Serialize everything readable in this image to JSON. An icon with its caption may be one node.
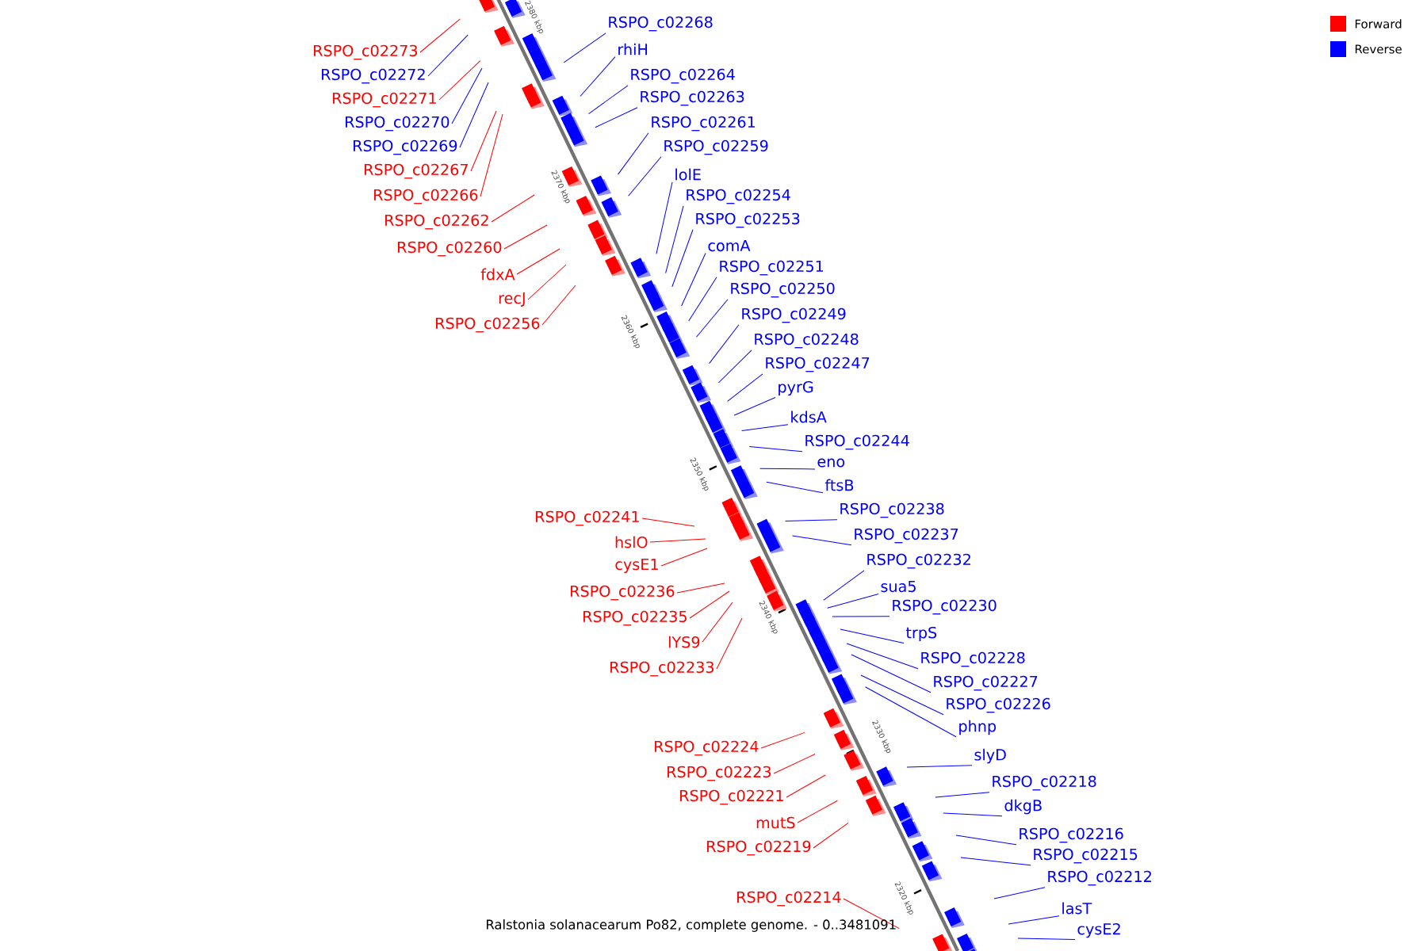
{
  "diagram": {
    "caption": "Ralstonia solanacearum Po82, complete genome. - 0..3481091",
    "nodes": [
      {
        "text": [
          "RSPO_c02273"
        ]
      },
      {
        "text": [
          "RSPO_c02272"
        ]
      },
      {
        "text": [
          "RSPO_c02271"
        ]
      },
      {
        "text": [
          "RSPO_c02270"
        ]
      },
      {
        "text": [
          "RSPO_c02269"
        ]
      },
      {
        "text": [
          "RSPO_c02267"
        ]
      },
      {
        "text": [
          "RSPO_c02266"
        ]
      },
      {
        "text": [
          "RSPO_c02262"
        ]
      },
      {
        "text": [
          "RSPO_c02260"
        ]
      },
      {
        "text": [
          "fdxA"
        ]
      },
      {
        "text": [
          "recJ"
        ]
      },
      {
        "text": [
          "RSPO_c02256"
        ]
      },
      {
        "text": [
          "RSPO_c02241"
        ]
      },
      {
        "text": [
          "hslO"
        ]
      },
      {
        "text": [
          "cysE1"
        ]
      },
      {
        "text": [
          "RSPO_c02236"
        ]
      },
      {
        "text": [
          "RSPO_c02235"
        ]
      },
      {
        "text": [
          "lYS9"
        ]
      },
      {
        "text": [
          "RSPO_c02233"
        ]
      },
      {
        "text": [
          "RSPO_c02224"
        ]
      },
      {
        "text": [
          "RSPO_c02223"
        ]
      },
      {
        "text": [
          "RSPO_c02221"
        ]
      },
      {
        "text": [
          "mutS"
        ]
      },
      {
        "text": [
          "RSPO_c02219"
        ]
      },
      {
        "text": [
          "RSPO_c02214"
        ]
      },
      {
        "text": [
          "RSPO_c02268"
        ]
      },
      {
        "text": [
          "rhiH"
        ]
      },
      {
        "text": [
          "RSPO_c02264"
        ]
      },
      {
        "text": [
          "RSPO_c02263"
        ]
      },
      {
        "text": [
          "RSPO_c02261"
        ]
      },
      {
        "text": [
          "RSPO_c02259"
        ]
      },
      {
        "text": [
          "lolE"
        ]
      },
      {
        "text": [
          "RSPO_c02254"
        ]
      },
      {
        "text": [
          "RSPO_c02253"
        ]
      },
      {
        "text": [
          "comA"
        ]
      },
      {
        "text": [
          "RSPO_c02251"
        ]
      },
      {
        "text": [
          "RSPO_c02250"
        ]
      },
      {
        "text": [
          "RSPO_c02249"
        ]
      },
      {
        "text": [
          "RSPO_c02248"
        ]
      },
      {
        "text": [
          "RSPO_c02247"
        ]
      },
      {
        "text": [
          "pyrG"
        ]
      },
      {
        "text": [
          "kdsA"
        ]
      },
      {
        "text": [
          "RSPO_c02244"
        ]
      },
      {
        "text": [
          "eno"
        ]
      },
      {
        "text": [
          "ftsB"
        ]
      },
      {
        "text": [
          "RSPO_c02238"
        ]
      },
      {
        "text": [
          "RSPO_c02237"
        ]
      },
      {
        "text": [
          "RSPO_c02232"
        ]
      },
      {
        "text": [
          "sua5"
        ]
      },
      {
        "text": [
          "RSPO_c02230"
        ]
      },
      {
        "text": [
          "trpS"
        ]
      },
      {
        "text": [
          "RSPO_c02228"
        ]
      },
      {
        "text": [
          "RSPO_c02227"
        ]
      },
      {
        "text": [
          "RSPO_c02226"
        ]
      },
      {
        "text": [
          "phnp"
        ]
      },
      {
        "text": [
          "slyD"
        ]
      },
      {
        "text": [
          "RSPO_c02218"
        ]
      },
      {
        "text": [
          "dkgB"
        ]
      },
      {
        "text": [
          "RSPO_c02216"
        ]
      },
      {
        "text": [
          "RSPO_c02215"
        ]
      },
      {
        "text": [
          "RSPO_c02212"
        ]
      },
      {
        "text": [
          "lasT"
        ]
      },
      {
        "text": [
          "cysE2"
        ]
      }
    ],
    "edges": [
      {
        "from": 0,
        "to": null,
        "arrow": "none",
        "color": "#ff0000"
      },
      {
        "from": 1,
        "to": null,
        "arrow": "none"
      },
      {
        "from": 2,
        "to": null,
        "arrow": "none",
        "color": "#ff0000"
      },
      {
        "from": 3,
        "to": null,
        "arrow": "none"
      },
      {
        "from": 4,
        "to": null,
        "arrow": "none"
      },
      {
        "from": 5,
        "to": null,
        "arrow": "none",
        "color": "#ff0000"
      },
      {
        "from": 6,
        "to": null,
        "arrow": "none",
        "color": "#ff0000"
      },
      {
        "from": 7,
        "to": null,
        "arrow": "none",
        "color": "#ff0000"
      },
      {
        "from": 8,
        "to": null,
        "arrow": "none",
        "color": "#ff0000"
      },
      {
        "from": 9,
        "to": null,
        "arrow": "none",
        "color": "#ff0000"
      },
      {
        "from": 10,
        "to": null,
        "arrow": "none",
        "color": "#ff0000"
      },
      {
        "from": 11,
        "to": null,
        "arrow": "none",
        "color": "#ff0000"
      },
      {
        "from": 12,
        "to": null,
        "arrow": "none",
        "color": "#ff0000"
      },
      {
        "from": 13,
        "to": null,
        "arrow": "none",
        "color": "#ff0000"
      },
      {
        "from": 14,
        "to": null,
        "arrow": "none",
        "color": "#ff0000"
      },
      {
        "from": 15,
        "to": null,
        "arrow": "none",
        "color": "#ff0000"
      },
      {
        "from": 16,
        "to": null,
        "arrow": "none",
        "color": "#ff0000"
      },
      {
        "from": 17,
        "to": null,
        "arrow": "none",
        "color": "#ff0000"
      },
      {
        "from": 18,
        "to": null,
        "arrow": "none",
        "color": "#ff0000"
      },
      {
        "from": 19,
        "to": null,
        "arrow": "none",
        "color": "#ff0000"
      },
      {
        "from": 20,
        "to": null,
        "arrow": "none",
        "color": "#ff0000"
      },
      {
        "from": 21,
        "to": null,
        "arrow": "none",
        "color": "#ff0000"
      },
      {
        "from": 22,
        "to": null,
        "arrow": "none",
        "color": "#ff0000"
      },
      {
        "from": 23,
        "to": null,
        "arrow": "none",
        "color": "#ff0000"
      },
      {
        "from": 24,
        "to": null,
        "arrow": "none",
        "color": "#ff0000"
      },
      {
        "from": 25,
        "to": null,
        "arrow": "none"
      },
      {
        "from": 26,
        "to": null,
        "arrow": "none"
      },
      {
        "from": 27,
        "to": null,
        "arrow": "none"
      },
      {
        "from": 28,
        "to": null,
        "arrow": "none"
      },
      {
        "from": 29,
        "to": null,
        "arrow": "none"
      },
      {
        "from": 30,
        "to": null,
        "arrow": "none"
      },
      {
        "from": 31,
        "to": null,
        "arrow": "none"
      },
      {
        "from": 32,
        "to": null,
        "arrow": "none"
      },
      {
        "from": 33,
        "to": null,
        "arrow": "none"
      },
      {
        "from": 34,
        "to": null,
        "arrow": "none"
      },
      {
        "from": 35,
        "to": null,
        "arrow": "none"
      },
      {
        "from": 36,
        "to": null,
        "arrow": "none"
      },
      {
        "from": 37,
        "to": null,
        "arrow": "none"
      },
      {
        "from": 38,
        "to": null,
        "arrow": "none"
      },
      {
        "from": 39,
        "to": null,
        "arrow": "none"
      },
      {
        "from": 40,
        "to": null,
        "arrow": "none"
      },
      {
        "from": 41,
        "to": null,
        "arrow": "none"
      },
      {
        "from": 42,
        "to": null,
        "arrow": "none"
      },
      {
        "from": 43,
        "to": null,
        "arrow": "none"
      },
      {
        "from": 44,
        "to": null,
        "arrow": "none"
      },
      {
        "from": 45,
        "to": null,
        "arrow": "none"
      },
      {
        "from": 46,
        "to": null,
        "arrow": "none"
      },
      {
        "from": 47,
        "to": null,
        "arrow": "none"
      },
      {
        "from": 48,
        "to": null,
        "arrow": "none"
      },
      {
        "from": 49,
        "to": null,
        "arrow": "none"
      },
      {
        "from": 50,
        "to": null,
        "arrow": "none"
      },
      {
        "from": 51,
        "to": null,
        "arrow": "none"
      },
      {
        "from": 52,
        "to": null,
        "arrow": "none"
      },
      {
        "from": 53,
        "to": null,
        "arrow": "none"
      },
      {
        "from": 54,
        "to": null,
        "arrow": "none"
      },
      {
        "from": 55,
        "to": null,
        "arrow": "none"
      },
      {
        "from": 56,
        "to": null,
        "arrow": "none"
      },
      {
        "from": 57,
        "to": null,
        "arrow": "none"
      },
      {
        "from": 58,
        "to": null,
        "arrow": "none"
      },
      {
        "from": 59,
        "to": null,
        "arrow": "none"
      },
      {
        "from": 60,
        "to": null,
        "arrow": "none"
      },
      {
        "from": 61,
        "to": null,
        "arrow": "none"
      },
      {
        "from": 62,
        "to": null,
        "arrow": "none"
      }
    ],
    "labels": [
      "2380 kbp",
      "2370 kbp",
      "2360 kbp",
      "2350 kbp",
      "2340 kbp",
      "2330 kbp",
      "2320 kbp"
    ],
    "legend": [
      {
        "text": "Forward",
        "color": "#ff0000"
      },
      {
        "text": "Reverse",
        "color": "#0000ff"
      }
    ]
  }
}
